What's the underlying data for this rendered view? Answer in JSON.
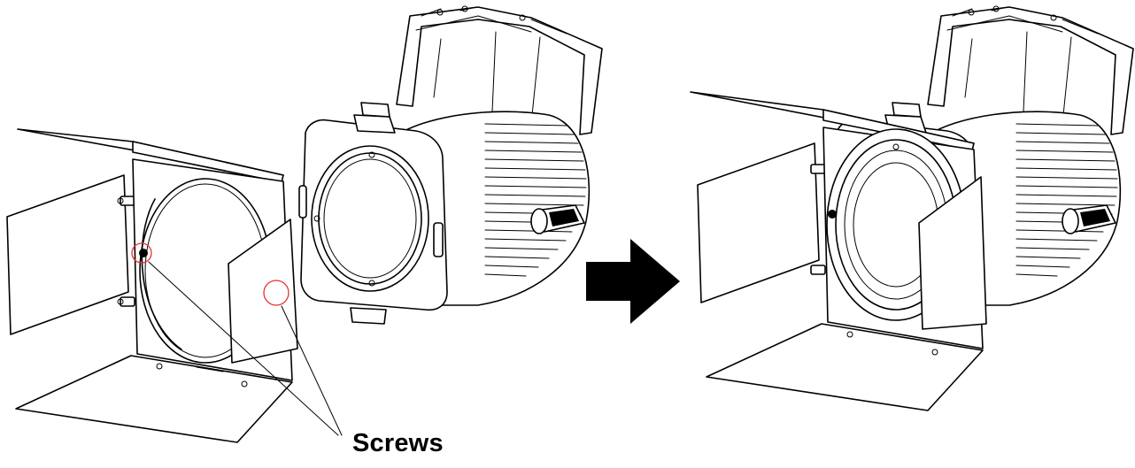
{
  "figure": {
    "callout_label": "Screws",
    "highlight_color": "#e8312f",
    "line_color": "#000000",
    "arrow_icon": "right-arrow-icon",
    "steps": [
      {
        "name": "barn-door-detached"
      },
      {
        "name": "barn-door-attached"
      }
    ]
  }
}
